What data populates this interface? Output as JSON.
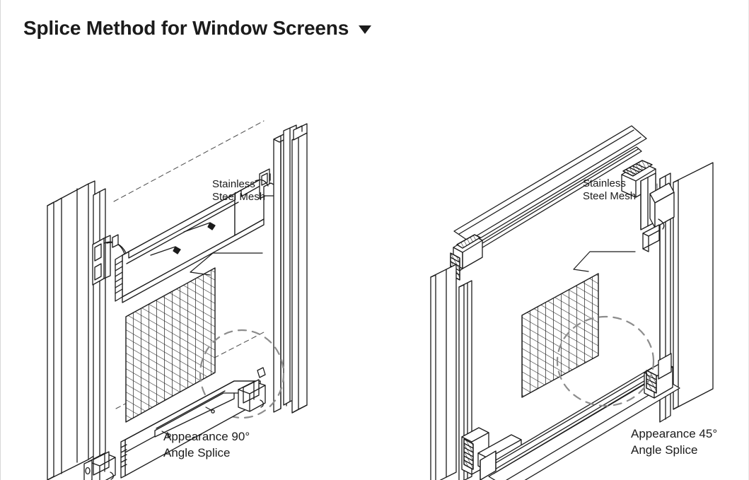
{
  "header": {
    "title": "Splice Method for Window Screens",
    "dropdown_icon": "chevron-down-icon"
  },
  "diagrams": [
    {
      "id": "left",
      "caption_line1": "Appearance 90°",
      "caption_line2": "Angle Splice",
      "mesh_label_line1": "Stainless",
      "mesh_label_line2": "Steel Mesh",
      "splice_angle": "90°"
    },
    {
      "id": "right",
      "caption_line1": "Appearance 45°",
      "caption_line2": "Angle Splice",
      "mesh_label_line1": "Stainless",
      "mesh_label_line2": "Steel Mesh",
      "splice_angle": "45°"
    }
  ],
  "colors": {
    "line": "#1b1b1b",
    "fill": "#ffffff",
    "dashed_callout": "#8c8c8c",
    "background": "#ffffff",
    "text": "#1b1b1b"
  }
}
